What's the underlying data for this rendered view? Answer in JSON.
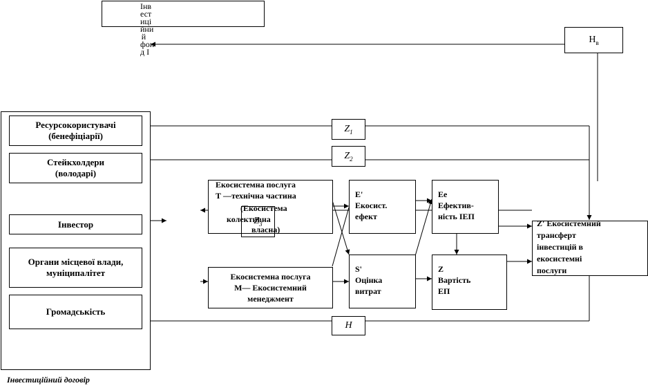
{
  "invest_fund": {
    "lines": [
      "Інв",
      "ест",
      "иці",
      "йни",
      "й",
      "фон",
      "д І"
    ]
  },
  "hv": {
    "main": "Н",
    "sub": "в"
  },
  "left_panel": {
    "resource_users": "Ресурсокористувачі\n(бенефіціарії)",
    "stakeholders": "Стейкхолдери\n(володарі)",
    "investor": "Інвестор",
    "local_authorities": "Органи місцевої влади,\nмуніципалітет",
    "community": "Громадськість",
    "caption": "Інвестиційний договір"
  },
  "z_labels": {
    "z1": {
      "main": "Z",
      "sub": "1"
    },
    "z2": {
      "main": "Z",
      "sub": "2"
    },
    "z3": {
      "main": "Z",
      "sub": "3"
    },
    "h": "Н"
  },
  "service_t": {
    "line1": "Екосистемна послуга",
    "line2": "Т —технічна частина",
    "line3": "(Екосистема",
    "line4": "колективна",
    "line5": "власна)"
  },
  "service_m": "Екосистемна послуга\nМ— Екосистемний\nменеджмент",
  "e_box": "Е'\nЕкосист.\nефект",
  "s_box": "S'\nОцінка\nвитрат",
  "ee_box": "Ее\nЕфектив-\nність ІЕП",
  "z_box": "Z\nВартість\nЕП",
  "transfer": "Z' Екосистемний\nтрансферт\nінвестицій в\nекосистемні\nпослуги"
}
